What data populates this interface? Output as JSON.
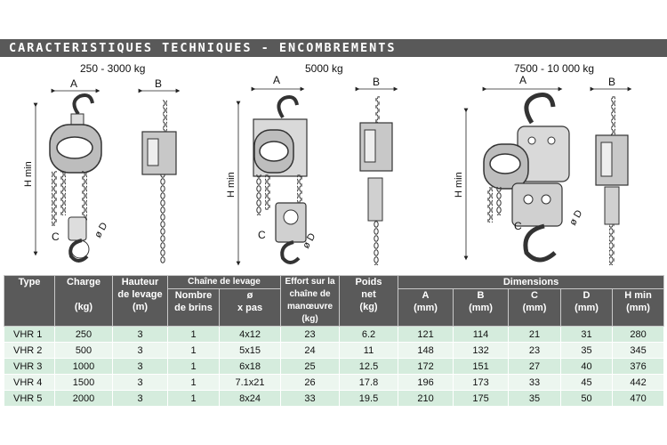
{
  "title": "CARACTERISTIQUES TECHNIQUES - ENCOMBREMENTS",
  "captions": [
    "250 - 3000 kg",
    "5000 kg",
    "7500 - 10 000 kg"
  ],
  "dim_labels": {
    "a": "A",
    "b": "B",
    "c": "C",
    "d": "ø D",
    "h": "H min"
  },
  "table": {
    "headers": {
      "type": "Type",
      "charge_1": "Charge",
      "charge_2": "(kg)",
      "hauteur_1": "Hauteur",
      "hauteur_2": "de levage",
      "hauteur_3": "(m)",
      "chaine_group": "Chaîne de levage",
      "brins_1": "Nombre",
      "brins_2": "de brins",
      "pas_1": "ø",
      "pas_2": "x pas",
      "effort_1": "Effort sur la",
      "effort_2": "chaîne de",
      "effort_3": "manœuvre (kg)",
      "poids_1": "Poids",
      "poids_2": "net",
      "poids_3": "(kg)",
      "dims_group": "Dimensions",
      "a_1": "A",
      "a_2": "(mm)",
      "b_1": "B",
      "b_2": "(mm)",
      "c_1": "C",
      "c_2": "(mm)",
      "d_1": "D",
      "d_2": "(mm)",
      "h_1": "H min",
      "h_2": "(mm)"
    },
    "rows": [
      [
        "VHR 1",
        "250",
        "3",
        "1",
        "4x12",
        "23",
        "6.2",
        "121",
        "114",
        "21",
        "31",
        "280"
      ],
      [
        "VHR 2",
        "500",
        "3",
        "1",
        "5x15",
        "24",
        "11",
        "148",
        "132",
        "23",
        "35",
        "345"
      ],
      [
        "VHR 3",
        "1000",
        "3",
        "1",
        "6x18",
        "25",
        "12.5",
        "172",
        "151",
        "27",
        "40",
        "376"
      ],
      [
        "VHR 4",
        "1500",
        "3",
        "1",
        "7.1x21",
        "26",
        "17.8",
        "196",
        "173",
        "33",
        "45",
        "442"
      ],
      [
        "VHR 5",
        "2000",
        "3",
        "1",
        "8x24",
        "33",
        "19.5",
        "210",
        "175",
        "35",
        "50",
        "470"
      ]
    ]
  }
}
